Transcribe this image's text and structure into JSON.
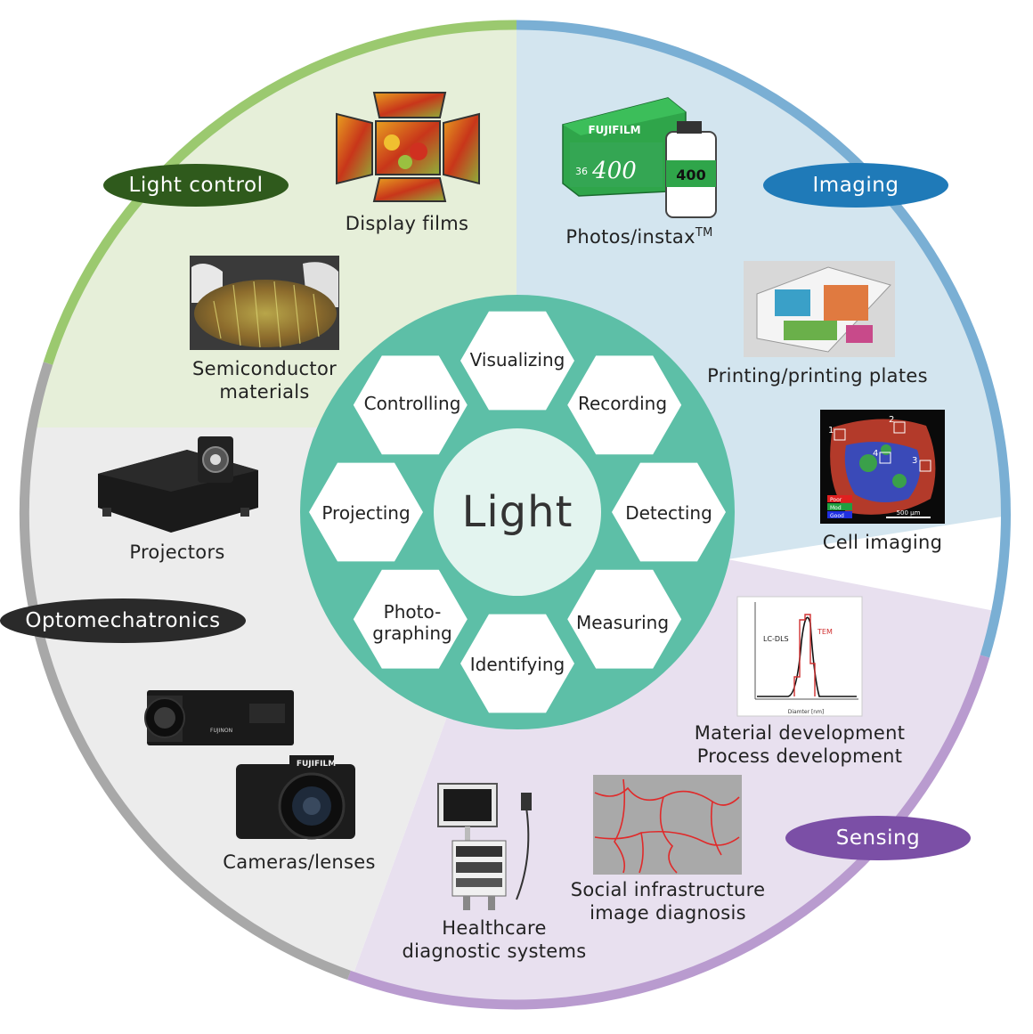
{
  "center": "Light",
  "functions": [
    "Visualizing",
    "Recording",
    "Detecting",
    "Measuring",
    "Identifying",
    "Photo-\ngraphing",
    "Projecting",
    "Controlling"
  ],
  "categories": {
    "light_control": "Light control",
    "imaging": "Imaging",
    "sensing": "Sensing",
    "optomechatronics": "Optomechatronics"
  },
  "applications": {
    "display_films": "Display films",
    "photos_instax": "Photos/instax",
    "photos_instax_tm": "TM",
    "printing": "Printing/printing plates",
    "cell_imaging": "Cell imaging",
    "material_dev": "Material development",
    "process_dev": "Process development",
    "social_infra_1": "Social infrastructure",
    "social_infra_2": "image diagnosis",
    "healthcare_1": "Healthcare",
    "healthcare_2": "diagnostic systems",
    "cameras": "Cameras/lenses",
    "projectors": "Projectors",
    "semi_1": "Semiconductor",
    "semi_2": "materials"
  },
  "images": {
    "film_brand": "FUJIFILM",
    "film_iso": "400",
    "film_count": "36",
    "cell_legend": [
      "Poor",
      "Mod",
      "Good"
    ],
    "cell_marks": [
      "1",
      "2",
      "3",
      "4"
    ],
    "cell_scale": "500 μm",
    "chart_lcdls": "LC-DLS",
    "chart_tem": "TEM",
    "chart_xlabel": "Diamter [nm]",
    "camera_brand": "FUJIFILM",
    "broadcast_brand": "FUJINON"
  },
  "colors": {
    "light_control": "#2f5a1c",
    "imaging": "#1f7ab8",
    "sensing": "#7b4fa6",
    "optomechatronics": "#2a2a2a",
    "teal": "#5dbfa7",
    "teal_light": "#e3f4ef"
  }
}
